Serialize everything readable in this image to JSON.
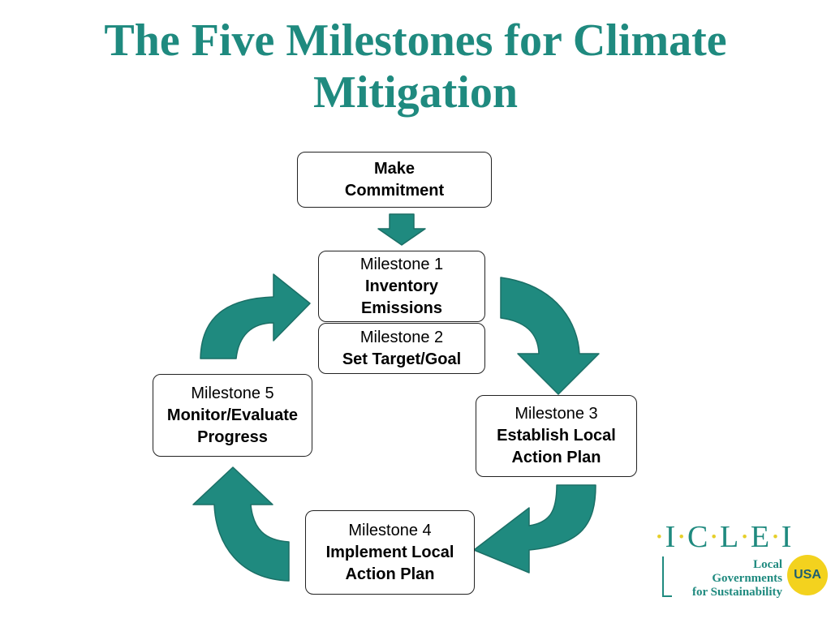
{
  "title": "The Five Milestones for Climate Mitigation",
  "colors": {
    "accent": "#1f8a7f",
    "arrow_fill": "#1f8a7f",
    "logo_dot": "#e6cf2a",
    "usa_badge": "#f3d21e"
  },
  "boxes": {
    "commitment": {
      "line1": "Make",
      "line2": "Commitment"
    },
    "m1": {
      "label": "Milestone 1",
      "line1": "Inventory",
      "line2": "Emissions"
    },
    "m2": {
      "label": "Milestone 2",
      "line1": "Set Target/Goal"
    },
    "m3": {
      "label": "Milestone 3",
      "line1": "Establish Local",
      "line2": "Action Plan"
    },
    "m4": {
      "label": "Milestone 4",
      "line1": "Implement Local",
      "line2": "Action Plan"
    },
    "m5": {
      "label": "Milestone 5",
      "line1": "Monitor/Evaluate",
      "line2": "Progress"
    }
  },
  "logo": {
    "letters": [
      "I",
      "C",
      "L",
      "E",
      "I"
    ],
    "line1": "Local",
    "line2": "Governments",
    "line3": "for Sustainability",
    "badge": "USA"
  }
}
